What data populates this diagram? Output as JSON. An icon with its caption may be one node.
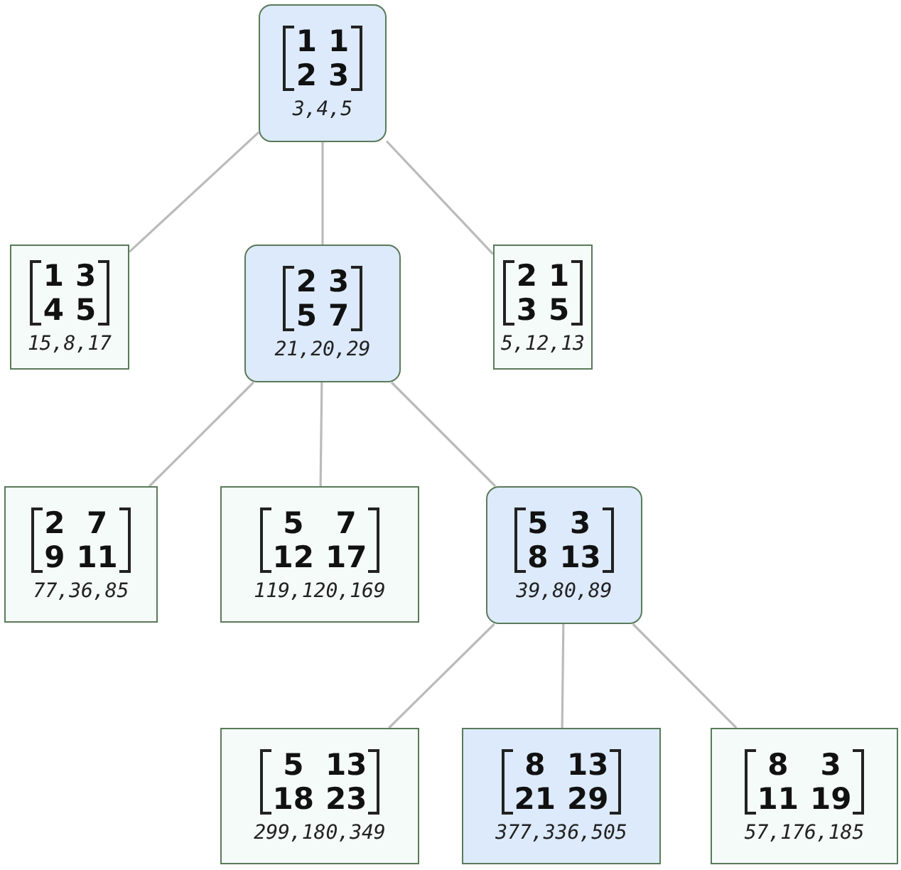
{
  "diagram": {
    "nodes": [
      {
        "text": [
          "1",
          "1",
          "2",
          "3",
          "3,4,5"
        ]
      },
      {
        "text": [
          "1",
          "3",
          "4",
          "5",
          "15,8,17"
        ]
      },
      {
        "text": [
          "2",
          "3",
          "5",
          "7",
          "21,20,29"
        ]
      },
      {
        "text": [
          "2",
          "1",
          "3",
          "5",
          "5,12,13"
        ]
      },
      {
        "text": [
          "2",
          "7",
          "9",
          "11",
          "77,36,85"
        ]
      },
      {
        "text": [
          "5",
          "7",
          "12",
          "17",
          "119,120,169"
        ]
      },
      {
        "text": [
          "5",
          "3",
          "8",
          "13",
          "39,80,89"
        ]
      },
      {
        "text": [
          "5",
          "13",
          "18",
          "23",
          "299,180,349"
        ]
      },
      {
        "text": [
          "8",
          "13",
          "21",
          "29",
          "377,336,505"
        ]
      },
      {
        "text": [
          "8",
          "3",
          "11",
          "19",
          "57,176,185"
        ]
      }
    ],
    "edges": [
      {
        "from": 0,
        "to": 1,
        "arrow": "none"
      },
      {
        "from": 0,
        "to": 2,
        "arrow": "none"
      },
      {
        "from": 0,
        "to": 3,
        "arrow": "none"
      },
      {
        "from": 2,
        "to": 4,
        "arrow": "none"
      },
      {
        "from": 2,
        "to": 5,
        "arrow": "none"
      },
      {
        "from": 2,
        "to": 6,
        "arrow": "none"
      },
      {
        "from": 6,
        "to": 7,
        "arrow": "none"
      },
      {
        "from": 6,
        "to": 8,
        "arrow": "none"
      },
      {
        "from": 6,
        "to": 9,
        "arrow": "none"
      }
    ]
  }
}
